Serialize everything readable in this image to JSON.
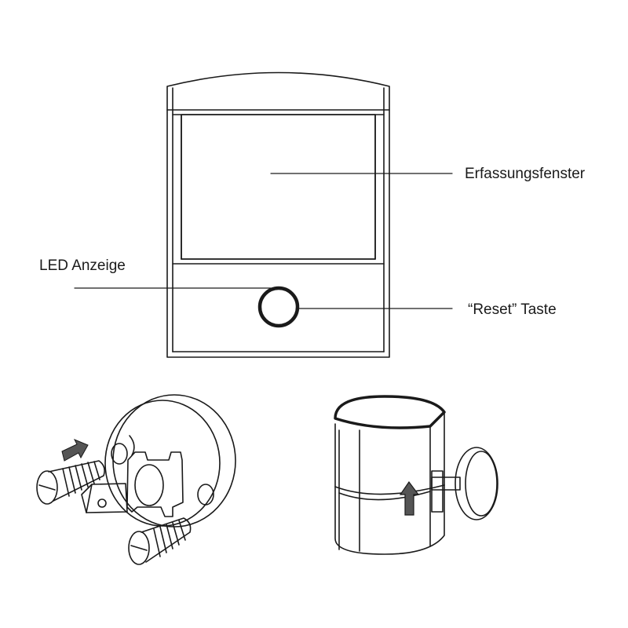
{
  "labels": {
    "detection_window": "Erfassungsfenster",
    "led_indicator": "LED Anzeige",
    "reset_button": "“Reset” Taste"
  },
  "colors": {
    "line": "#1a1a1a",
    "arrow_fill": "#555555",
    "background": "#ffffff"
  },
  "icons": [
    "insertion-arrow-icon",
    "rotate-up-arrow-icon"
  ]
}
